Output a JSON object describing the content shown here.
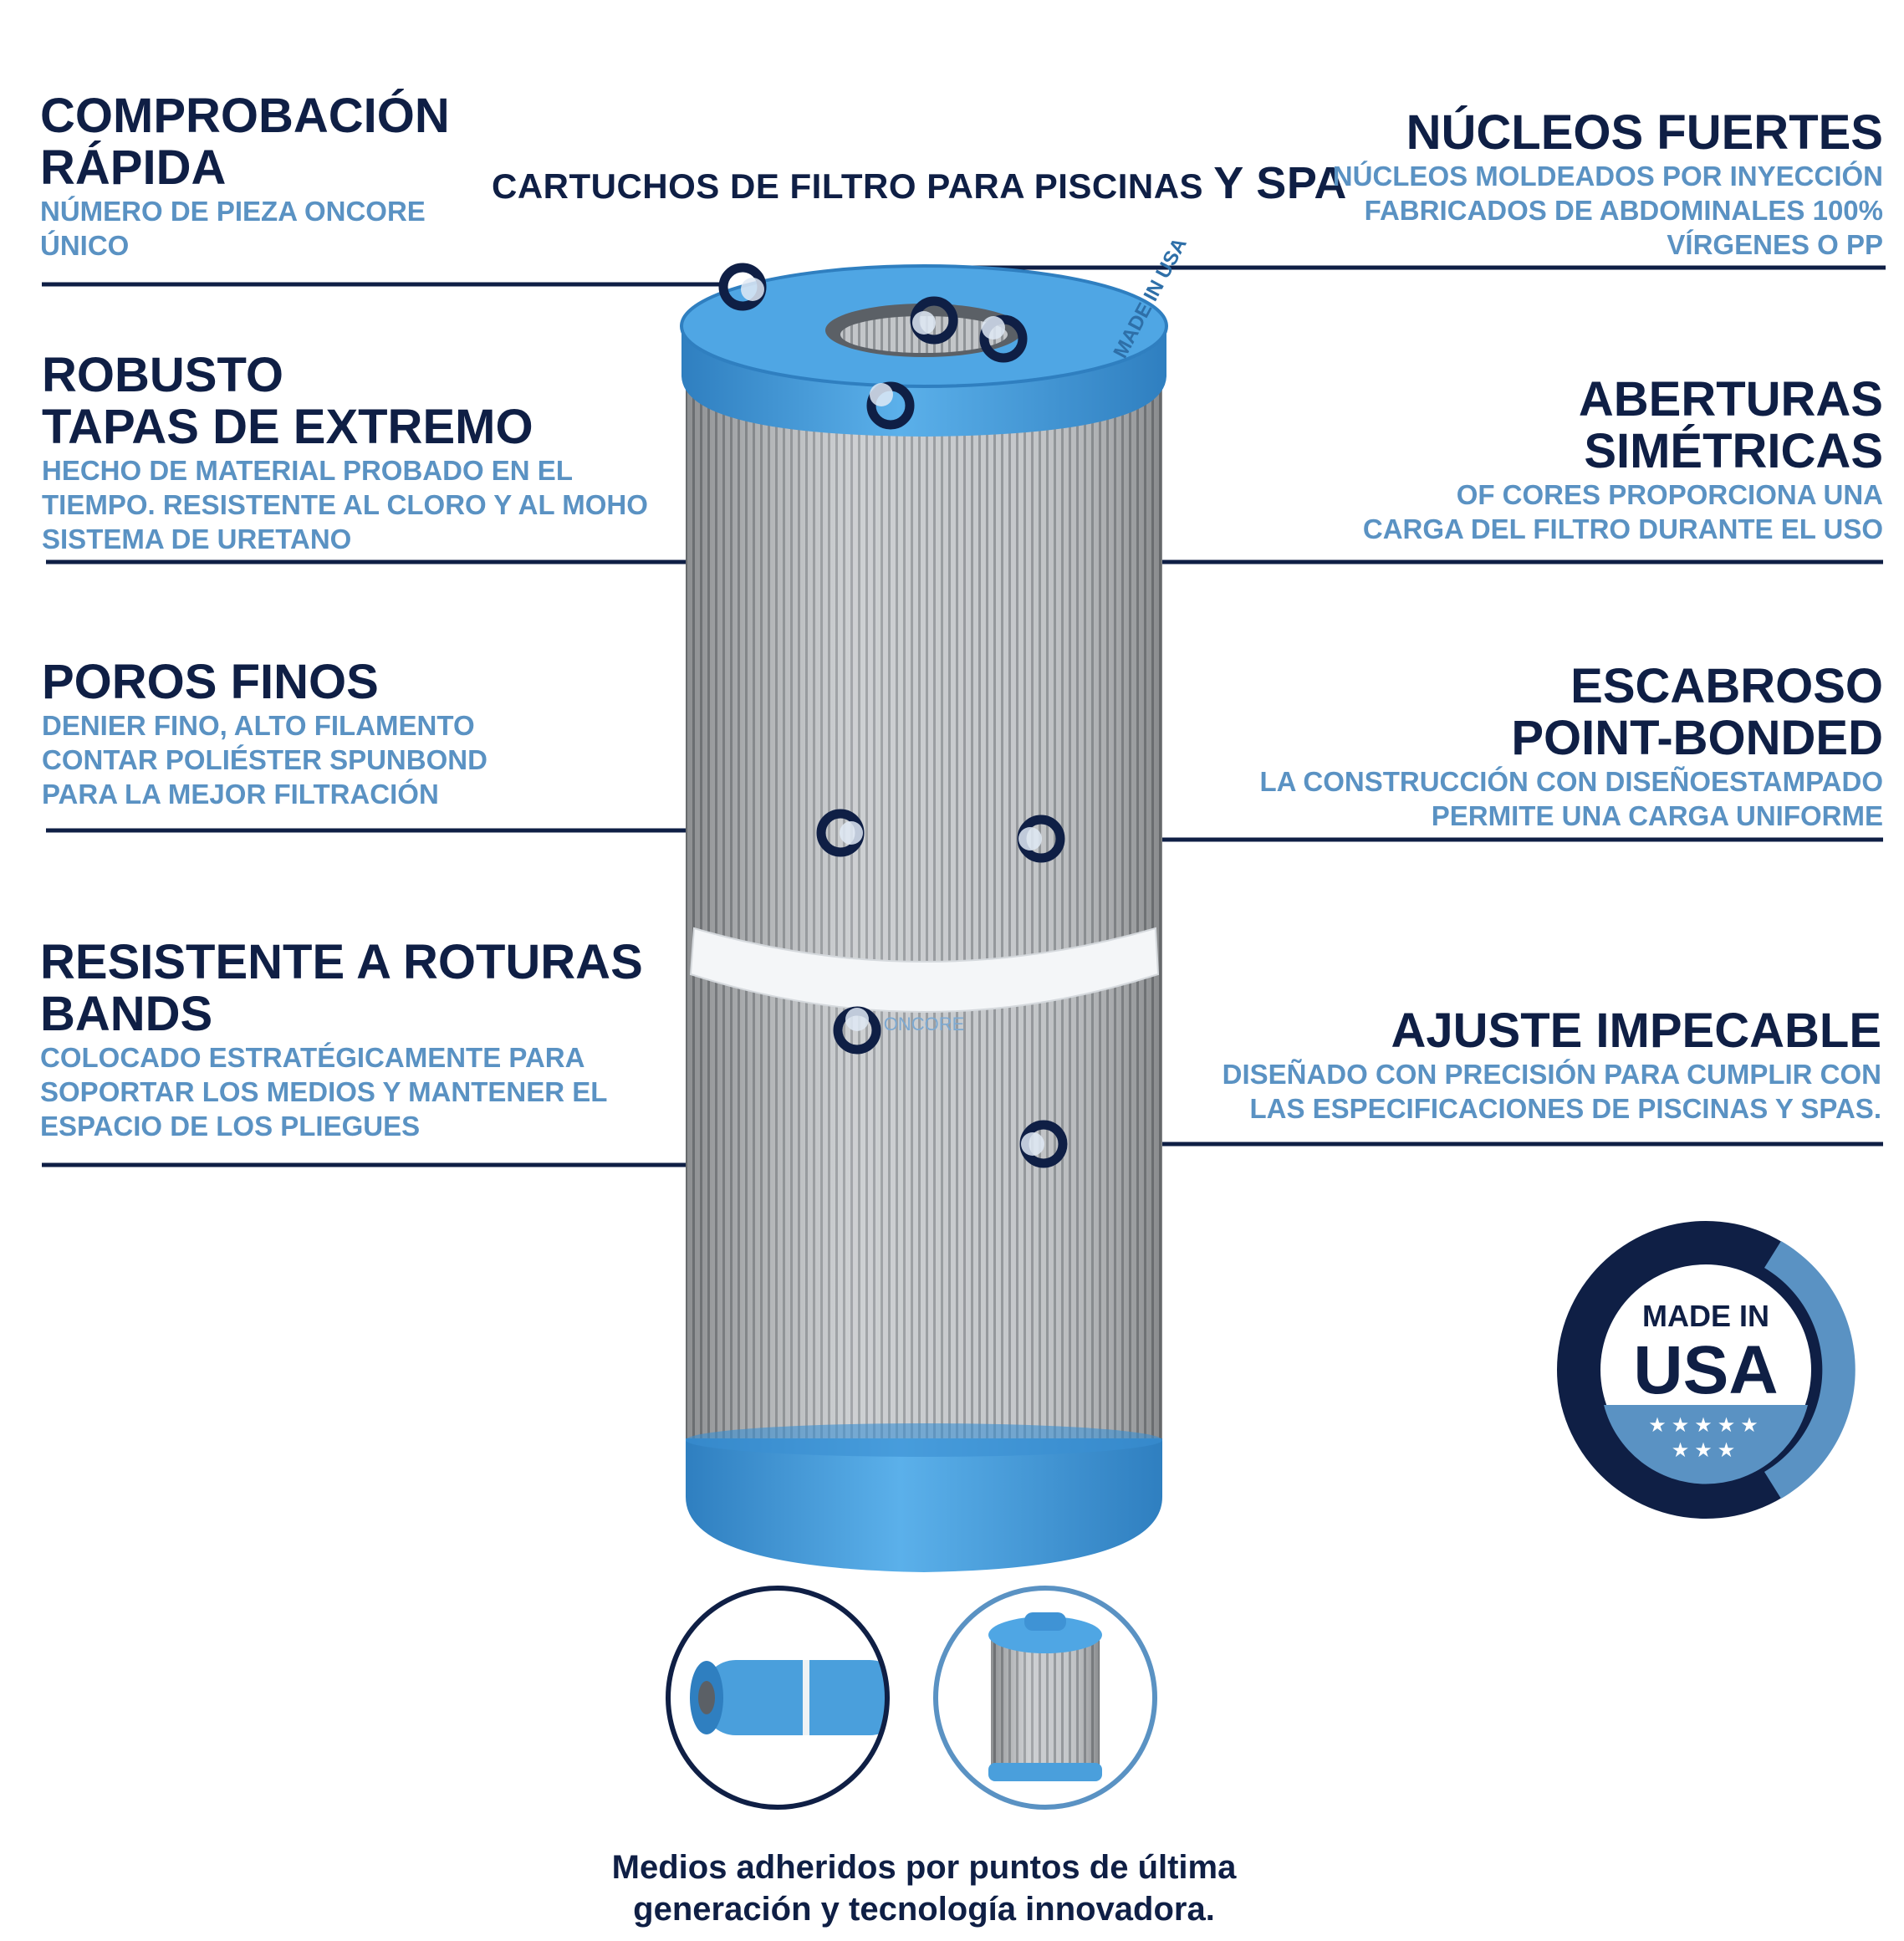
{
  "title": {
    "main": "CARTUCHOS DE FILTRO PARA PISCINAS",
    "accent": "Y SPA"
  },
  "features": {
    "quick_check": {
      "heading": [
        "COMPROBACIÓN",
        "RÁPIDA"
      ],
      "body": [
        "NÚMERO DE PIEZA ONCORE",
        "ÚNICO"
      ]
    },
    "strong_cores": {
      "heading": [
        "NÚCLEOS FUERTES"
      ],
      "body": [
        "NÚCLEOS MOLDEADOS POR INYECCIÓN",
        "FABRICADOS DE ABDOMINALES 100%",
        "VÍRGENES O PP"
      ]
    },
    "end_caps": {
      "heading": [
        "ROBUSTO",
        "TAPAS DE EXTREMO"
      ],
      "body": [
        "HECHO DE MATERIAL PROBADO EN EL",
        "TIEMPO. RESISTENTE AL CLORO Y AL MOHO",
        "SISTEMA DE URETANO"
      ]
    },
    "openings": {
      "heading": [
        "ABERTURAS",
        "SIMÉTRICAS"
      ],
      "body": [
        "OF CORES PROPORCIONA UNA",
        "CARGA DEL FILTRO DURANTE EL USO"
      ]
    },
    "fine_pores": {
      "heading": [
        "POROS FINOS"
      ],
      "body": [
        "DENIER FINO, ALTO FILAMENTO",
        "CONTAR POLIÉSTER SPUNBOND",
        "PARA LA MEJOR FILTRACIÓN"
      ]
    },
    "point_bonded": {
      "heading": [
        "ESCABROSO",
        "POINT-BONDED"
      ],
      "body": [
        "LA CONSTRUCCIÓN CON DISEÑOESTAMPADO",
        "PERMITE UNA CARGA UNIFORME"
      ]
    },
    "bands": {
      "heading": [
        "RESISTENTE A ROTURAS",
        "BANDS"
      ],
      "body": [
        "COLOCADO ESTRATÉGICAMENTE PARA",
        "SOPORTAR LOS MEDIOS Y MANTENER EL",
        "ESPACIO DE LOS PLIEGUES"
      ]
    },
    "fit": {
      "heading": [
        "AJUSTE IMPECABLE"
      ],
      "body": [
        "DISEÑADO CON PRECISIÓN PARA CUMPLIR CON",
        "LAS ESPECIFICACIONES DE PISCINAS Y SPAS."
      ]
    }
  },
  "product": {
    "cap_text": "MADE IN USA",
    "band_brand": "ONCORE"
  },
  "badge": {
    "line1": "MADE IN",
    "line2": "USA",
    "stars_row1": "★★★★★",
    "stars_row2": "★★★"
  },
  "caption": [
    "Medios adheridos por puntos de última",
    "generación y tecnología innovadora."
  ],
  "colors": {
    "navy": "#0f1f45",
    "sky": "#5a92c3",
    "cap_blue": "#4a9fdc",
    "media_gray": "#b8bcc0"
  }
}
